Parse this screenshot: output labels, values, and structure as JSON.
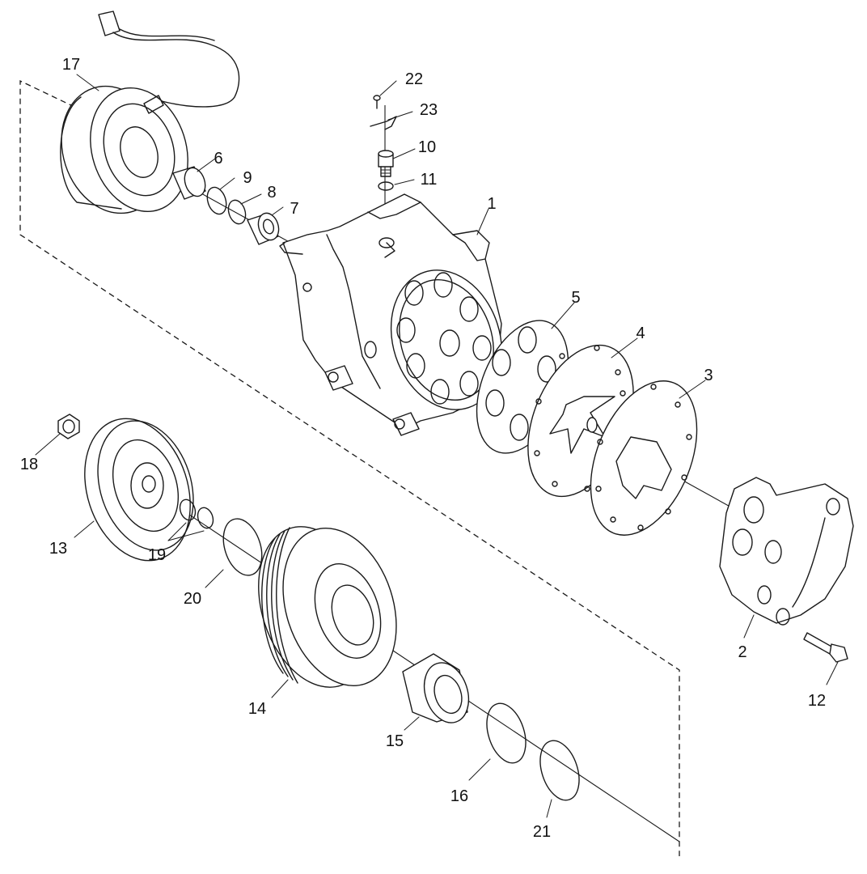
{
  "diagram": {
    "callouts": [
      {
        "id": "1",
        "text": "1"
      },
      {
        "id": "2",
        "text": "2"
      },
      {
        "id": "3",
        "text": "3"
      },
      {
        "id": "4",
        "text": "4"
      },
      {
        "id": "5",
        "text": "5"
      },
      {
        "id": "6",
        "text": "6"
      },
      {
        "id": "7",
        "text": "7"
      },
      {
        "id": "8",
        "text": "8"
      },
      {
        "id": "9",
        "text": "9"
      },
      {
        "id": "10",
        "text": "10"
      },
      {
        "id": "11",
        "text": "11"
      },
      {
        "id": "12",
        "text": "12"
      },
      {
        "id": "13",
        "text": "13"
      },
      {
        "id": "14",
        "text": "14"
      },
      {
        "id": "15",
        "text": "15"
      },
      {
        "id": "16",
        "text": "16"
      },
      {
        "id": "17",
        "text": "17"
      },
      {
        "id": "18",
        "text": "18"
      },
      {
        "id": "19",
        "text": "19"
      },
      {
        "id": "20",
        "text": "20"
      },
      {
        "id": "21",
        "text": "21"
      },
      {
        "id": "22",
        "text": "22"
      },
      {
        "id": "23",
        "text": "23"
      }
    ]
  }
}
